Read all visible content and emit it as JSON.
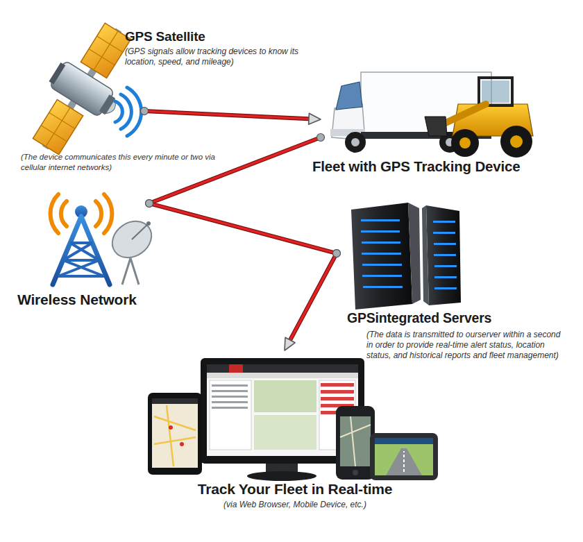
{
  "diagram": {
    "nodes": [
      {
        "text": [
          "GPS Satellite",
          "(GPS signals allow tracking devices to know its location, speed, and mileage)"
        ]
      },
      {
        "text": [
          "Fleet with GPS Tracking Device"
        ]
      },
      {
        "text": [
          "Wireless Network"
        ]
      },
      {
        "text": [
          "GPSintegrated Servers",
          "(The data is transmitted to ourserver within a second in order to provide real-time alert status, location status, and historical reports and fleet management)"
        ]
      },
      {
        "text": [
          "Track Your Fleet in Real-time",
          "(via Web Browser, Mobile Device, etc.)"
        ]
      }
    ],
    "edges": [
      {
        "from": 0,
        "to": 1,
        "arrow": "to"
      },
      {
        "from": 2,
        "to": 1,
        "arrow": "none"
      },
      {
        "from": 2,
        "to": 3,
        "arrow": "none"
      },
      {
        "from": 3,
        "to": 4,
        "arrow": "to"
      }
    ],
    "labels": [
      "(The device communicates this every minute or two via cellular internet networks)"
    ]
  }
}
